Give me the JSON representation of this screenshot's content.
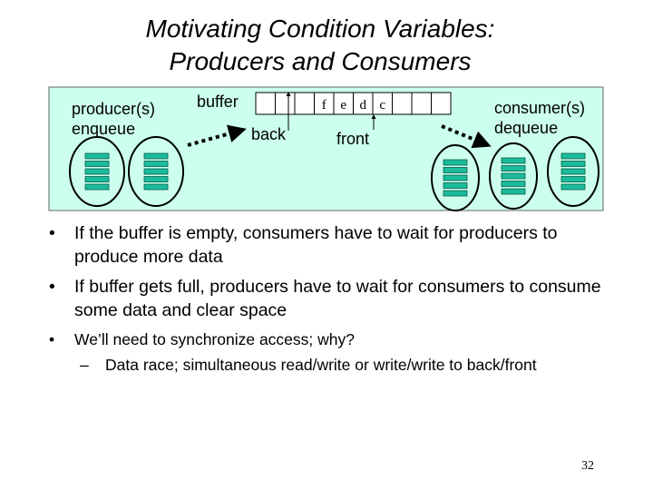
{
  "slide": {
    "title_line1": "Motivating Condition Variables:",
    "title_line2": "Producers and Consumers",
    "page_number": "32"
  },
  "diagram": {
    "producer_label_line1": "producer(s)",
    "producer_label_line2": "enqueue",
    "consumer_label_line1": "consumer(s)",
    "consumer_label_line2": "dequeue",
    "buffer_label": "buffer",
    "back_label": "back",
    "front_label": "front",
    "buffer_cells": [
      "",
      "",
      "",
      "f",
      "e",
      "d",
      "c",
      "",
      "",
      ""
    ],
    "colors": {
      "panel_fill": "#ccffee",
      "thread_fill": "#1abc9c",
      "arrow": "#000000"
    },
    "icons": [
      "producer-thread-icon",
      "consumer-thread-icon",
      "dotted-arrow-icon"
    ]
  },
  "bullets": [
    {
      "text": "If the buffer is empty, consumers have to wait for producers to produce more data"
    },
    {
      "text": "If buffer gets full, producers have to wait for consumers to consume some data and clear space"
    },
    {
      "text": "We’ll need to synchronize access; why?",
      "sub": [
        "Data race; simultaneous read/write or write/write to back/front"
      ]
    }
  ]
}
